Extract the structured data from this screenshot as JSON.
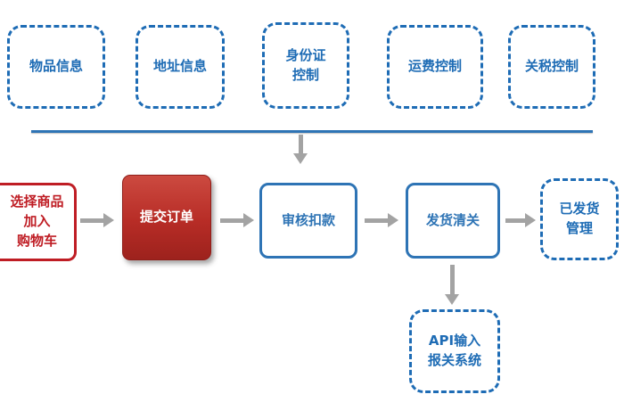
{
  "top_row": [
    {
      "label": "物品信息"
    },
    {
      "label": "地址信息"
    },
    {
      "label": "身份证\n控制"
    },
    {
      "label": "运费控制"
    },
    {
      "label": "关税控制"
    }
  ],
  "main_flow": {
    "select_cart": "选择商品\n加入\n购物车",
    "submit_order": "提交订单",
    "review_deduct": "审核扣款",
    "ship_customs": "发货清关",
    "shipped_mgmt": "已发货\n管理",
    "api_customs": "API输入\n报关系统"
  },
  "colors": {
    "blue": "#1e6cb5",
    "red": "#bf1d24",
    "arrow_gray": "#a3a3a3"
  }
}
